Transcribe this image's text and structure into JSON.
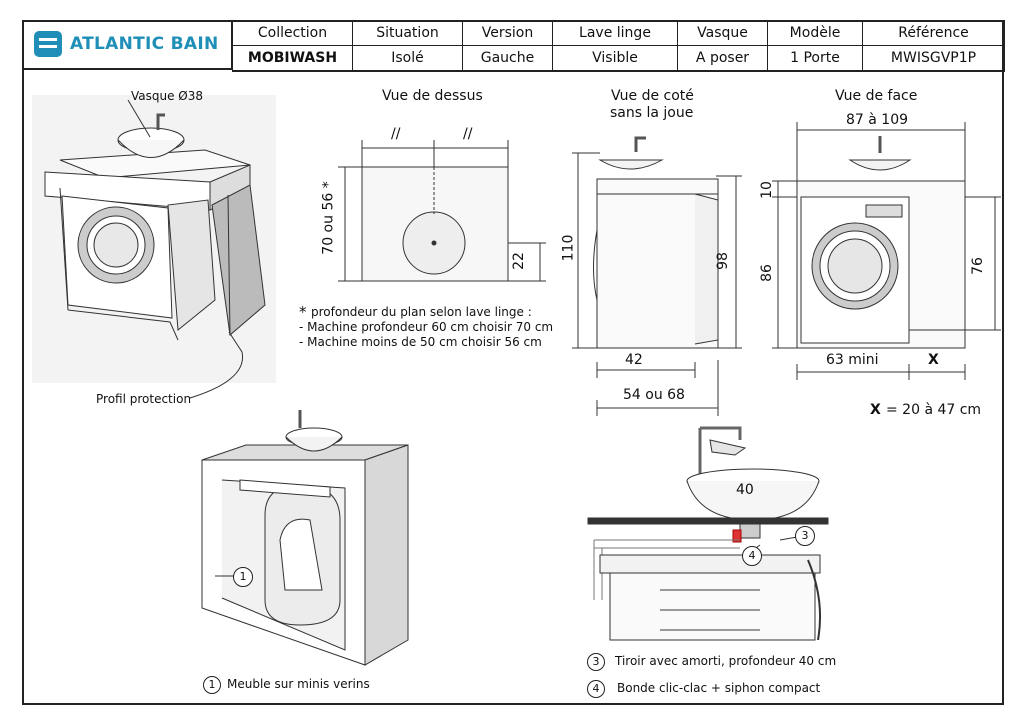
{
  "brand": {
    "name": "ATLANTIC BAIN",
    "color": "#1f8fb8"
  },
  "header": {
    "columns": [
      "Collection",
      "Situation",
      "Version",
      "Lave linge",
      "Vasque",
      "Modèle",
      "Référence"
    ],
    "values": [
      "MOBIWASH",
      "Isolé",
      "Gauche",
      "Visible",
      "A poser",
      "1 Porte",
      "MWISGVP1P"
    ]
  },
  "views": {
    "top": "Vue de dessus",
    "side_l1": "Vue de coté",
    "side_l2": "sans la joue",
    "front": "Vue de face"
  },
  "labels": {
    "vasque": "Vasque Ø38",
    "profil": "Profil protection",
    "x_legend_letter": "X",
    "x_legend_rest": "= 20 à 47 cm"
  },
  "dimensions": {
    "top_depth": "70 ou 56 *",
    "top_offset": "22",
    "top_marks": "//",
    "side_height": "110",
    "side_machine_height": "98",
    "side_depth_inner": "42",
    "side_depth": "54 ou 68",
    "front_width": "87 à 109",
    "front_top": "10",
    "front_height": "86",
    "front_machine_height": "76",
    "front_min": "63 mini",
    "front_x": "X",
    "basin_diameter": "40"
  },
  "notes": {
    "depth_star": "*",
    "depth_title": "profondeur du plan selon lave linge :",
    "depth_line1": "- Machine profondeur 60 cm choisir 70 cm",
    "depth_line2": "- Machine moins de 50 cm choisir 56 cm"
  },
  "callouts": [
    {
      "num": "1",
      "text": "Meuble sur minis verins"
    },
    {
      "num": "3",
      "text": "Tiroir avec amorti, profondeur 40 cm"
    },
    {
      "num": "4",
      "text": "Bonde clic-clac + siphon compact"
    }
  ]
}
